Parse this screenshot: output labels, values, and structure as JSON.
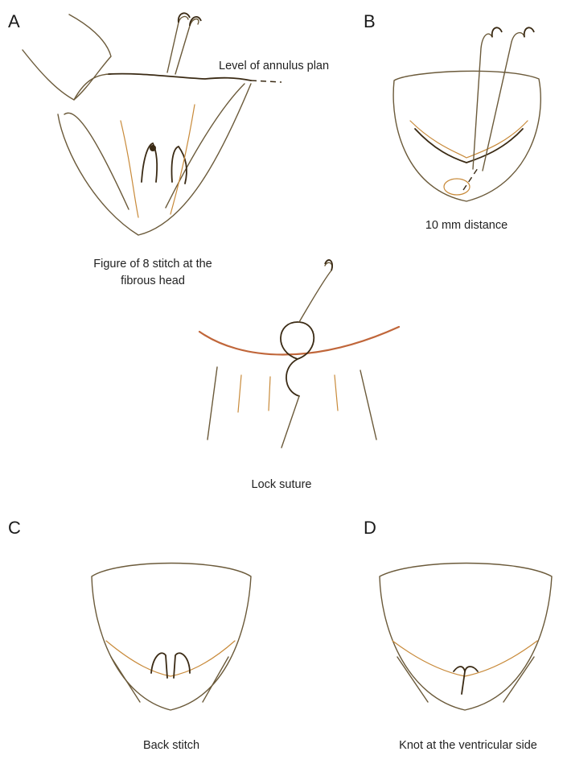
{
  "panels": {
    "a": {
      "letter": "A",
      "annotation": "Level of annulus plan",
      "caption_line1": "Figure of 8 stitch at the",
      "caption_line2": "fibrous head"
    },
    "b": {
      "letter": "B",
      "caption": "10 mm distance"
    },
    "lock": {
      "caption": "Lock suture"
    },
    "c": {
      "letter": "C",
      "caption": "Back stitch"
    },
    "d": {
      "letter": "D",
      "caption": "Knot at the ventricular side"
    }
  },
  "colors": {
    "ink": "#6b5a3a",
    "ink_dark": "#3a2a14",
    "accent": "#c88a3a",
    "red_line": "#c0663a"
  }
}
